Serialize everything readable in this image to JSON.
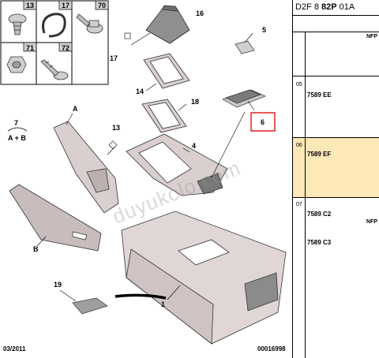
{
  "header": {
    "code_prefix": "D2F 8 ",
    "code_bold": "82P",
    "code_suffix": " 01A"
  },
  "fastener_cells": [
    "13",
    "17",
    "70",
    "71",
    "72"
  ],
  "callouts": {
    "c16": "16",
    "c17": "17",
    "c5": "5",
    "c14": "14",
    "c18": "18",
    "c6": "6",
    "c4": "4",
    "cA": "A",
    "c7": "7",
    "cAB": "A + B",
    "c13": "13",
    "cB": "B",
    "c19": "19",
    "c1": "1"
  },
  "watermark": "duyukolo.com",
  "footer": {
    "date": "03/2011",
    "doc": "00016998"
  },
  "rows": [
    {
      "index": "",
      "ref": "",
      "nfp": "NFP",
      "highlight": false
    },
    {
      "index": "05",
      "ref": "7589 EE",
      "nfp": "",
      "highlight": false
    },
    {
      "index": "06",
      "ref": "7589 EF",
      "nfp": "",
      "highlight": true
    },
    {
      "index": "07",
      "ref": "7589 C2",
      "ref2": "7589 C3",
      "nfp": "NFP",
      "highlight": false
    }
  ],
  "colors": {
    "highlight_row": "#fde8b8",
    "callout_box": "#e03030",
    "part_fill": "#d9cfcf",
    "part_stroke": "#333333"
  }
}
